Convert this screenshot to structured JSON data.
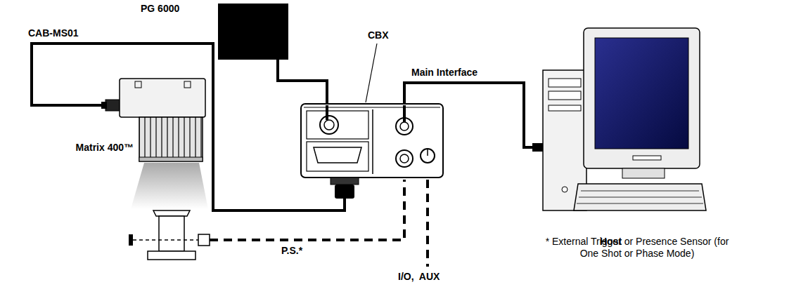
{
  "diagram": {
    "nodes": [
      {
        "text": [
          "PG 6000"
        ]
      },
      {
        "text": [
          "CBX"
        ]
      },
      {
        "text": [
          "Matrix 400™"
        ]
      },
      {
        "text": [
          "Host"
        ]
      }
    ],
    "edges": [
      {
        "from": 0,
        "to": 1,
        "arrow": "none"
      },
      {
        "from": 1,
        "to": 3,
        "label": "Main Interface",
        "arrow": "none"
      },
      {
        "from": 2,
        "to": 1,
        "label": "CAB-MS01",
        "arrow": "none"
      }
    ],
    "labels": [
      "P.S.*",
      "I/O,  AUX",
      "* External Trigger or Presence Sensor (for One Shot or Phase Mode)"
    ]
  }
}
